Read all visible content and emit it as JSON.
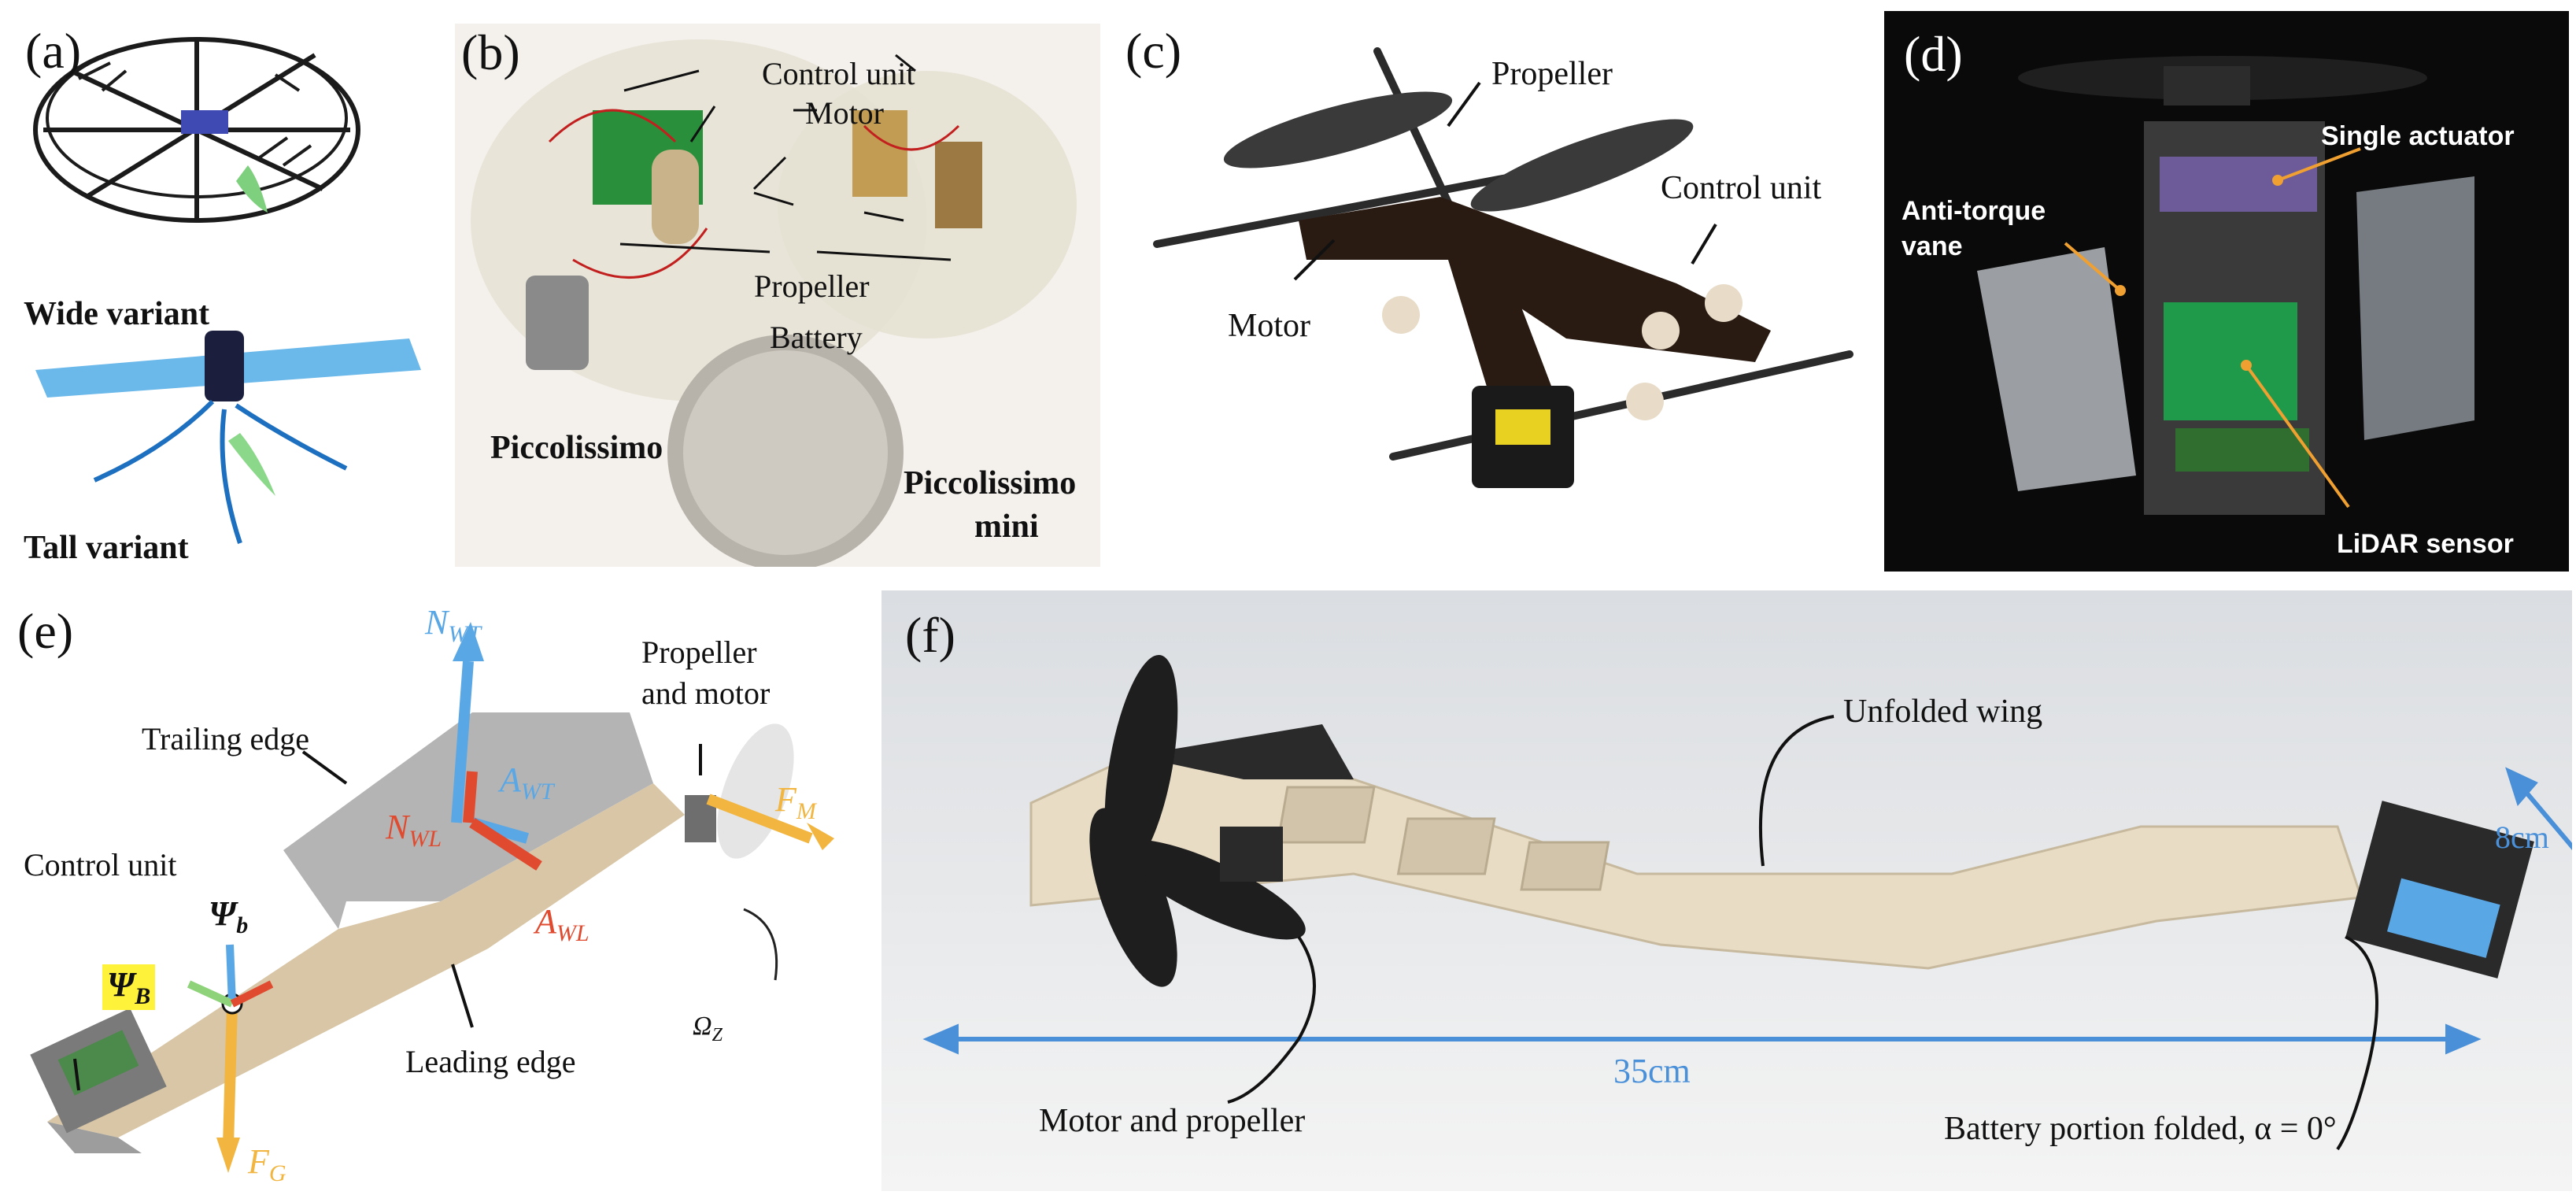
{
  "panels": {
    "a": {
      "label": "(a)",
      "wide": "Wide variant",
      "tall": "Tall variant"
    },
    "b": {
      "label": "(b)",
      "control_unit": "Control unit",
      "motor": "Motor",
      "propeller": "Propeller",
      "battery": "Battery",
      "piccolissimo": "Piccolissimo",
      "mini_line1": "Piccolissimo",
      "mini_line2": "mini"
    },
    "c": {
      "label": "(c)",
      "propeller": "Propeller",
      "control_unit": "Control unit",
      "motor": "Motor"
    },
    "d": {
      "label": "(d)",
      "single_actuator": "Single actuator",
      "anti_torque_line1": "Anti-torque",
      "anti_torque_line2": "vane",
      "lidar": "LiDAR sensor"
    },
    "e": {
      "label": "(e)",
      "n_wt": "N",
      "n_wt_sub": "WT",
      "a_wt": "A",
      "a_wt_sub": "WT",
      "n_wl": "N",
      "n_wl_sub": "WL",
      "a_wl": "A",
      "a_wl_sub": "WL",
      "f_m": "F",
      "f_m_sub": "M",
      "f_g": "F",
      "f_g_sub": "G",
      "psi_b": "Ψ",
      "psi_b_sub": "b",
      "psi_B": "Ψ",
      "psi_B_sub": "B",
      "omega": "Ω",
      "omega_sub": "Z",
      "propeller_motor_line1": "Propeller",
      "propeller_motor_line2": "and motor",
      "trailing_edge": "Trailing edge",
      "leading_edge": "Leading edge",
      "control_unit": "Control unit"
    },
    "f": {
      "label": "(f)",
      "unfolded_wing": "Unfolded wing",
      "width": "8cm",
      "length": "35cm",
      "motor_propeller": "Motor and propeller",
      "battery_folded": "Battery portion folded, α = 0°"
    }
  },
  "colors": {
    "blue_arrow": "#5aa7e6",
    "red_arrow": "#e04a2f",
    "orange_arrow": "#f1b540",
    "dim_blue": "#4a90d9",
    "yellow_highlight": "#fff23a",
    "photo_dark": "#0a0a0a"
  }
}
